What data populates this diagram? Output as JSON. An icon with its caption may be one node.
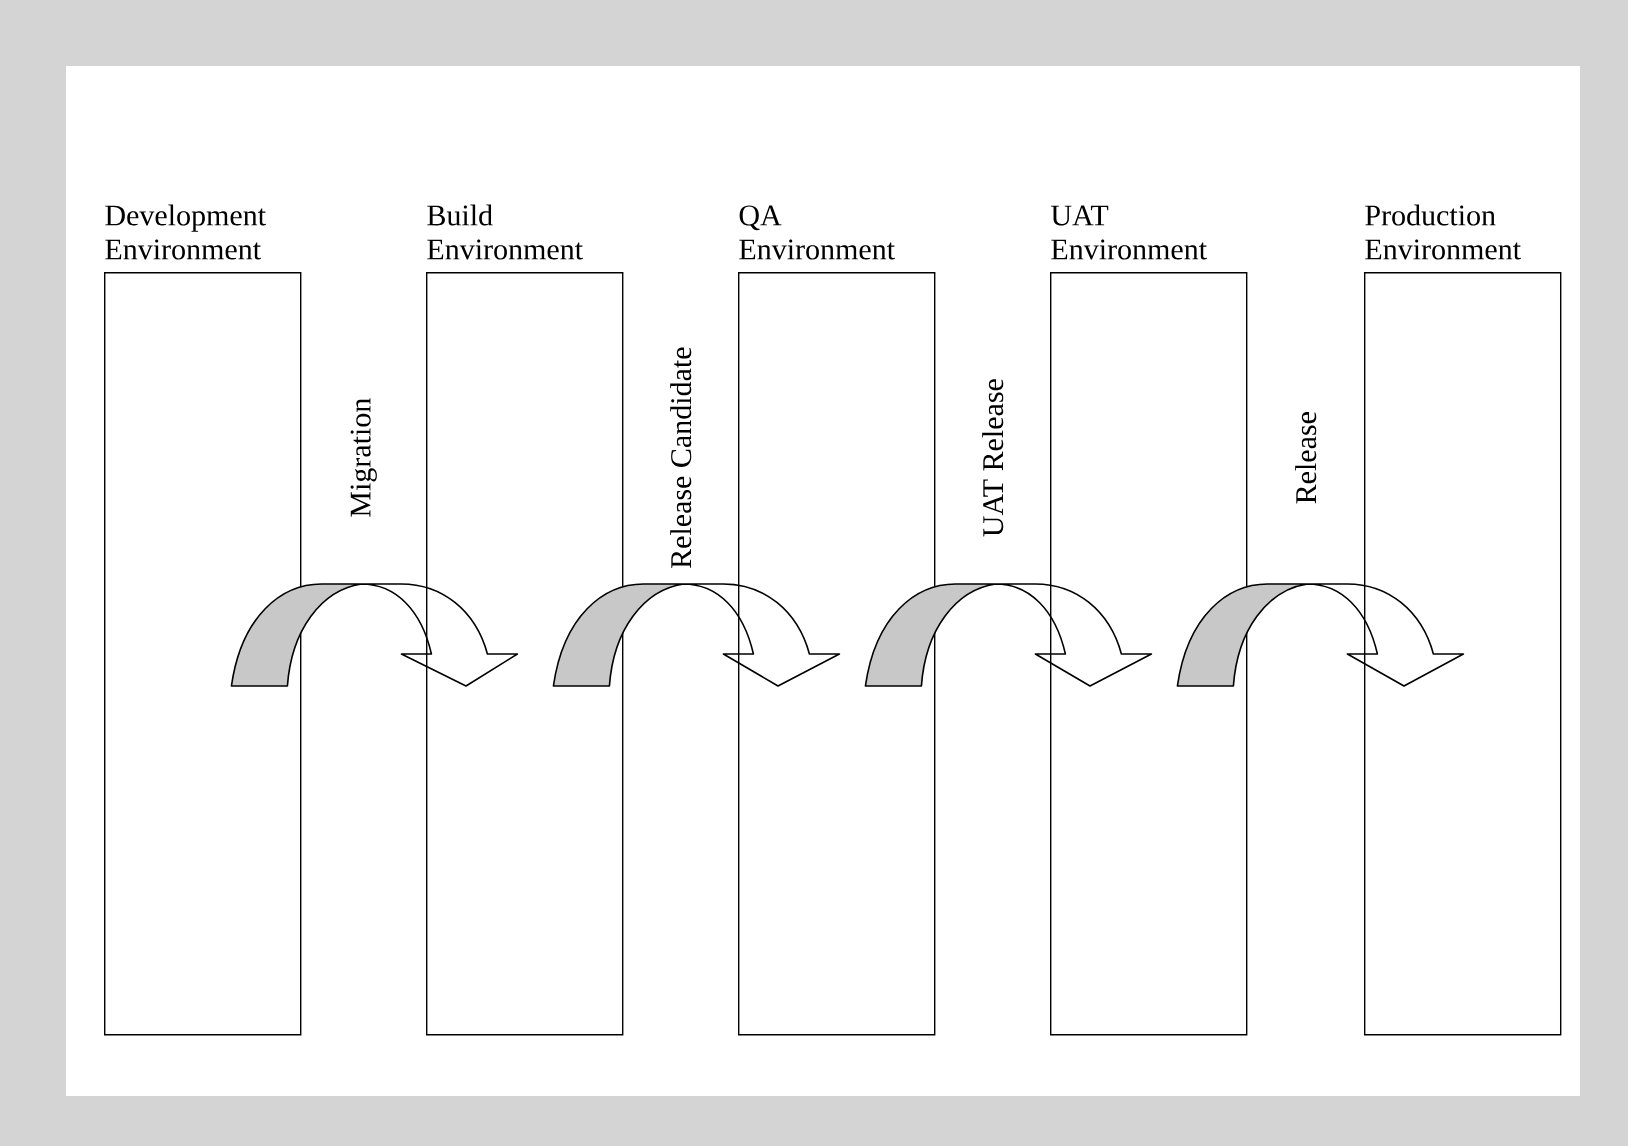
{
  "diagram": {
    "nodes": [
      {
        "text": [
          "Development Environment"
        ]
      },
      {
        "text": [
          "Build Environment"
        ]
      },
      {
        "text": [
          "QA Environment"
        ]
      },
      {
        "text": [
          "UAT Environment"
        ]
      },
      {
        "text": [
          "Production Environment"
        ]
      }
    ],
    "edges": [
      {
        "from": 0,
        "to": 1,
        "arrow": "to",
        "label": "Migration"
      },
      {
        "from": 1,
        "to": 2,
        "arrow": "to",
        "label": "Release Candidate"
      },
      {
        "from": 2,
        "to": 3,
        "arrow": "to",
        "label": "UAT Release"
      },
      {
        "from": 3,
        "to": 4,
        "arrow": "to",
        "label": "Release"
      }
    ]
  }
}
